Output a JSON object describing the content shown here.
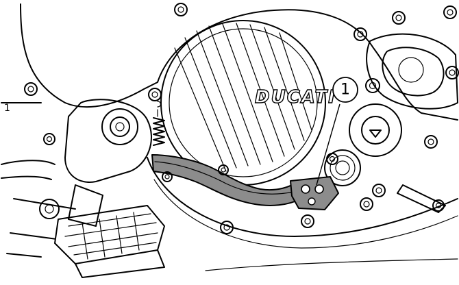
{
  "figure": {
    "brand_text": "DUCATI",
    "callouts": [
      {
        "label": "1"
      }
    ],
    "edge_label": "1",
    "colors": {
      "line": "#000000",
      "background": "#ffffff",
      "highlight": "#8c8c8c"
    }
  }
}
